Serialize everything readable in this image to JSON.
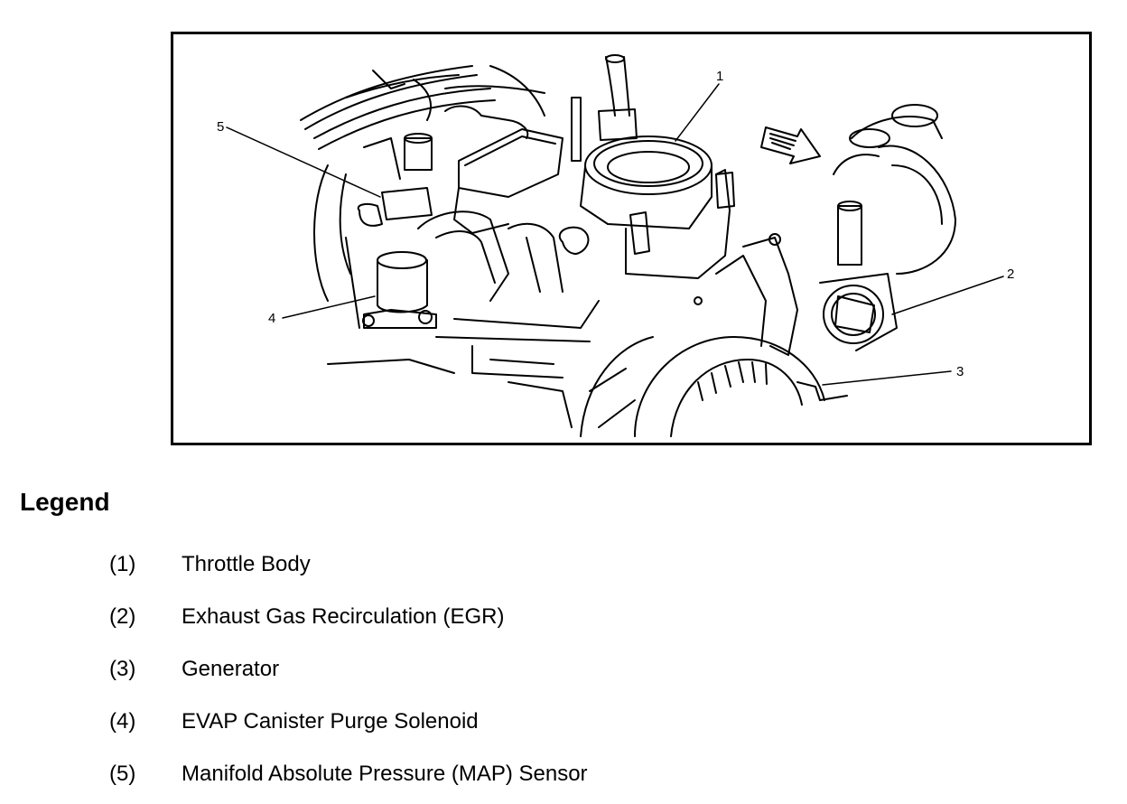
{
  "diagram": {
    "callouts": [
      {
        "number": "1"
      },
      {
        "number": "2"
      },
      {
        "number": "3"
      },
      {
        "number": "4"
      },
      {
        "number": "5"
      }
    ]
  },
  "legend": {
    "heading": "Legend",
    "items": [
      {
        "number": "(1)",
        "label": "Throttle Body"
      },
      {
        "number": "(2)",
        "label": "Exhaust Gas Recirculation (EGR)"
      },
      {
        "number": "(3)",
        "label": "Generator"
      },
      {
        "number": "(4)",
        "label": "EVAP Canister Purge Solenoid"
      },
      {
        "number": "(5)",
        "label": "Manifold Absolute Pressure (MAP) Sensor"
      }
    ]
  }
}
